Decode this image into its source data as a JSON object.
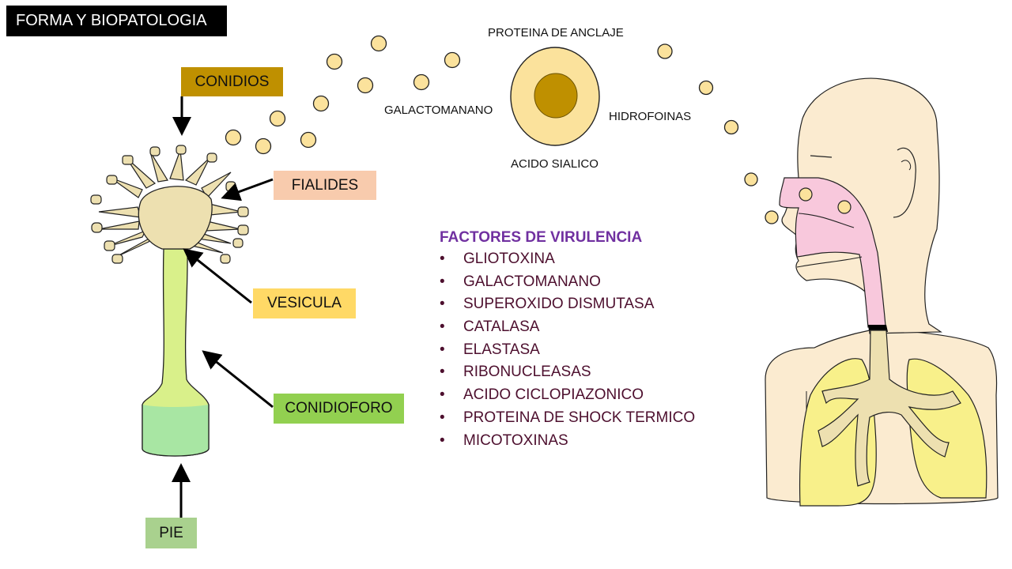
{
  "title": "FORMA Y BIOPATOLOGIA",
  "structure_labels": {
    "conidios": "CONIDIOS",
    "fialides": "FIALIDES",
    "vesicula": "VESICULA",
    "conidioforo": "CONIDIOFORO",
    "pie": "PIE"
  },
  "conidium_labels": {
    "top": "PROTEINA DE ANCLAJE",
    "left": "GALACTOMANANO",
    "right": "HIDROFOINAS",
    "bottom": "ACIDO SIALICO"
  },
  "virulence": {
    "heading": "FACTORES DE VIRULENCIA",
    "bullet": "•",
    "items": [
      "GLIOTOXINA",
      "GALACTOMANANO",
      "SUPEROXIDO DISMUTASA",
      "CATALASA",
      "ELASTASA",
      "RIBONUCLEASAS",
      "ACIDO CICLOPIAZONICO",
      "PROTEINA DE SHOCK TERMICO",
      "MICOTOXINAS"
    ]
  },
  "colors": {
    "conidios_label": "#bf9000",
    "fialides_label": "#f8cbad",
    "vesicula_label": "#ffd966",
    "conidioforo_label": "#92d050",
    "pie_label": "#a9d18e",
    "spore": "#fbe29c",
    "heading": "#7030a0",
    "list_text": "#4d0f2e"
  }
}
